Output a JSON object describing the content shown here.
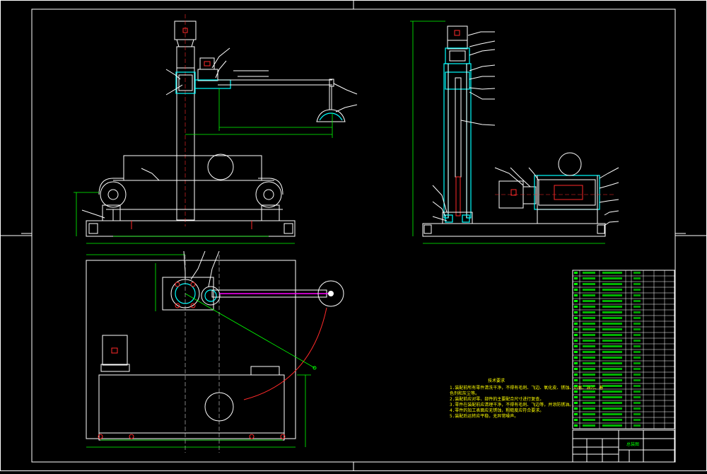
{
  "drawing": {
    "background": "#000000",
    "colors": {
      "line": "#ffffff",
      "dimension": "#00ff00",
      "section": "#00ffff",
      "hidden": "#ff2a2a",
      "arm": "#ff00ff",
      "notes": "#ffff00"
    },
    "views": [
      "front-view",
      "side-view",
      "top-view"
    ],
    "notes_title": "技术要求",
    "notes_lines": [
      "1.装配前所有零件清洗干净，不得有毛刺、飞边、氧化皮、锈蚀、切屑、油污、着",
      "色剂和灰尘等。",
      "2.装配前应对零、部件的主要配合尺寸进行复查。",
      "3.零件在装配前应清理干净，不得有毛刺、飞边等，并涂防锈油。",
      "4.零件的加工表面应无锈蚀，粗糙度应符合要求。",
      "5.装配后运转应平稳，无异常噪声。"
    ],
    "title_block_label": "总装图"
  }
}
